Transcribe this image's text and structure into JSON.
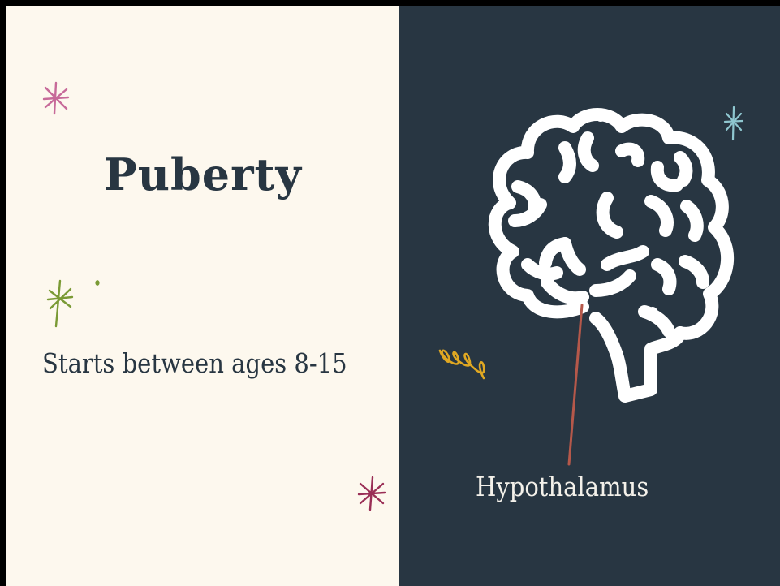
{
  "slide": {
    "title": "Puberty",
    "subtitle": "Starts between ages 8-15",
    "brain_label": "Hypothalamus"
  },
  "icons": [
    "sparkle-icon",
    "dot-icon",
    "squiggle-icon",
    "brain-icon",
    "pointer-line"
  ],
  "colors": {
    "left_background": "#fdf8ee",
    "right_background": "#283642",
    "title_text": "#283642",
    "label_text": "#f4f1ea",
    "brain_stroke": "#ffffff",
    "pointer_line": "#b5584a",
    "sparkle_pink": "#c76a99",
    "sparkle_green": "#7a9a35",
    "sparkle_maroon": "#9a2f56",
    "sparkle_blue": "#8fc7d0",
    "squiggle_yellow": "#e0a822"
  }
}
